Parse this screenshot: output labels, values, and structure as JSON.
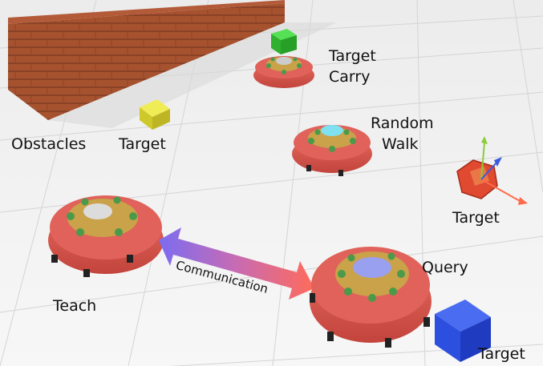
{
  "labels": {
    "obstacles": "Obstacles",
    "target_yellow": "Target",
    "target_carry_line1": "Target",
    "target_carry_line2": "Carry",
    "random_walk_line1": "Random",
    "random_walk_line2": "Walk",
    "target_red": "Target",
    "teach": "Teach",
    "communication": "Communication",
    "query": "Query",
    "target_blue": "Target"
  },
  "colors": {
    "floor": "#f2f2f2",
    "grid": "#d7d7d7",
    "robot_body": "#d9534a",
    "robot_top": "#c9a24a",
    "wheel": "#4a9a4a",
    "wall": "#9b4a2c",
    "target_green": "#33cc33",
    "target_yellow": "#e8e23a",
    "target_red": "#e04a30",
    "target_blue": "#2c4fe0",
    "arrow_start": "#8a6cf0",
    "arrow_end": "#ff6a5a"
  }
}
